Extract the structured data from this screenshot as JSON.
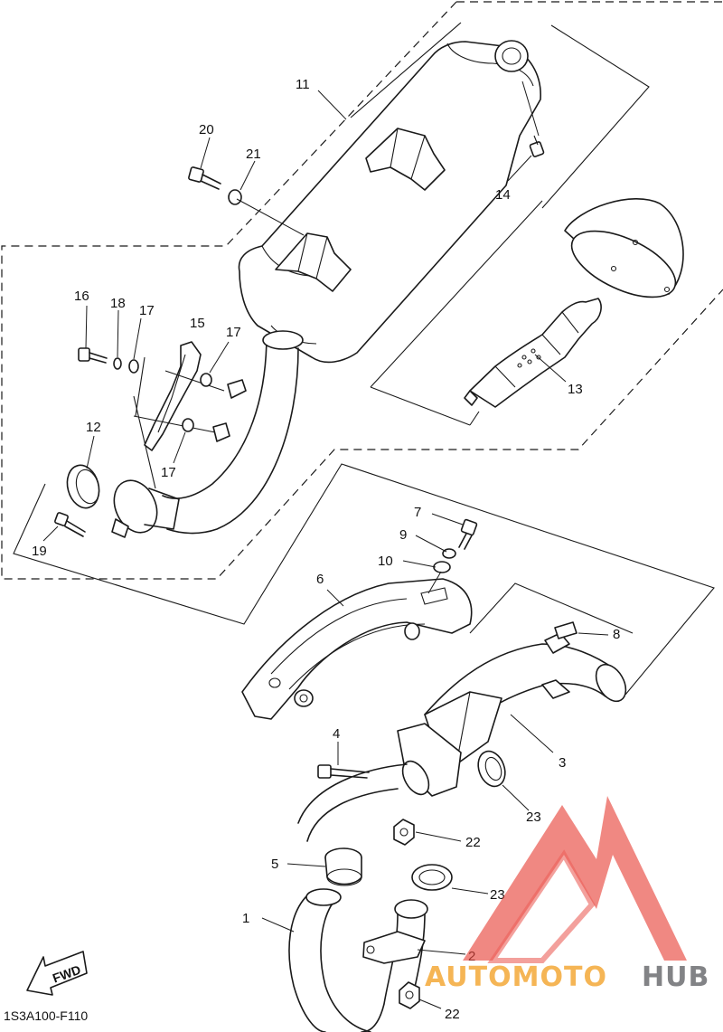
{
  "diagram": {
    "callouts": {
      "c1": "1",
      "c2": "2",
      "c3": "3",
      "c4": "4",
      "c5": "5",
      "c6": "6",
      "c7": "7",
      "c8": "8",
      "c9": "9",
      "c10": "10",
      "c11": "11",
      "c12": "12",
      "c13": "13",
      "c14": "14",
      "c15": "15",
      "c16": "16",
      "c17a": "17",
      "c17b": "17",
      "c17c": "17",
      "c18": "18",
      "c19": "19",
      "c20": "20",
      "c21": "21",
      "c22a": "22",
      "c22b": "22",
      "c23a": "23",
      "c23b": "23"
    },
    "fwd_label": "FWD",
    "figure_code": "1S3A100-F110"
  },
  "watermark": {
    "brand_auto_moto": "AUTOMOTO",
    "brand_hub": "HUB",
    "colors": {
      "logo_red": "#e8453c",
      "logo_orange": "#f4a938",
      "hub_gray": "#6d6e71"
    }
  }
}
